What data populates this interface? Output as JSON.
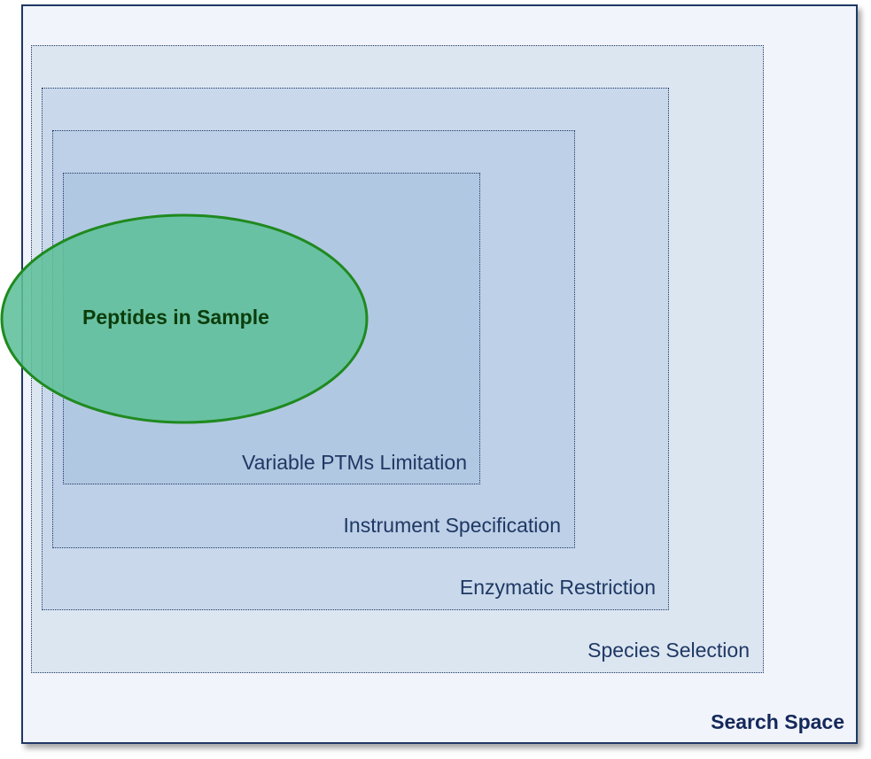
{
  "diagram": {
    "search_space": {
      "label": "Search Space"
    },
    "species_selection": {
      "label": "Species Selection"
    },
    "enzymatic_restriction": {
      "label": "Enzymatic Restriction"
    },
    "instrument_specification": {
      "label": "Instrument Specification"
    },
    "variable_ptms_limitation": {
      "label": "Variable PTMs Limitation"
    },
    "peptides_in_sample": {
      "label": "Peptides in Sample"
    }
  },
  "colors": {
    "search_space_fill": "#f1f4fb",
    "species_fill": "#dce6f1",
    "enzymatic_fill": "#c9d9eb",
    "instrument_fill": "#bdd0e7",
    "variable_fill": "#b1c8e2",
    "ellipse_fill": "#5fbf9a",
    "ellipse_stroke": "#1f8a1f",
    "text_dark_blue": "#1f3864"
  }
}
